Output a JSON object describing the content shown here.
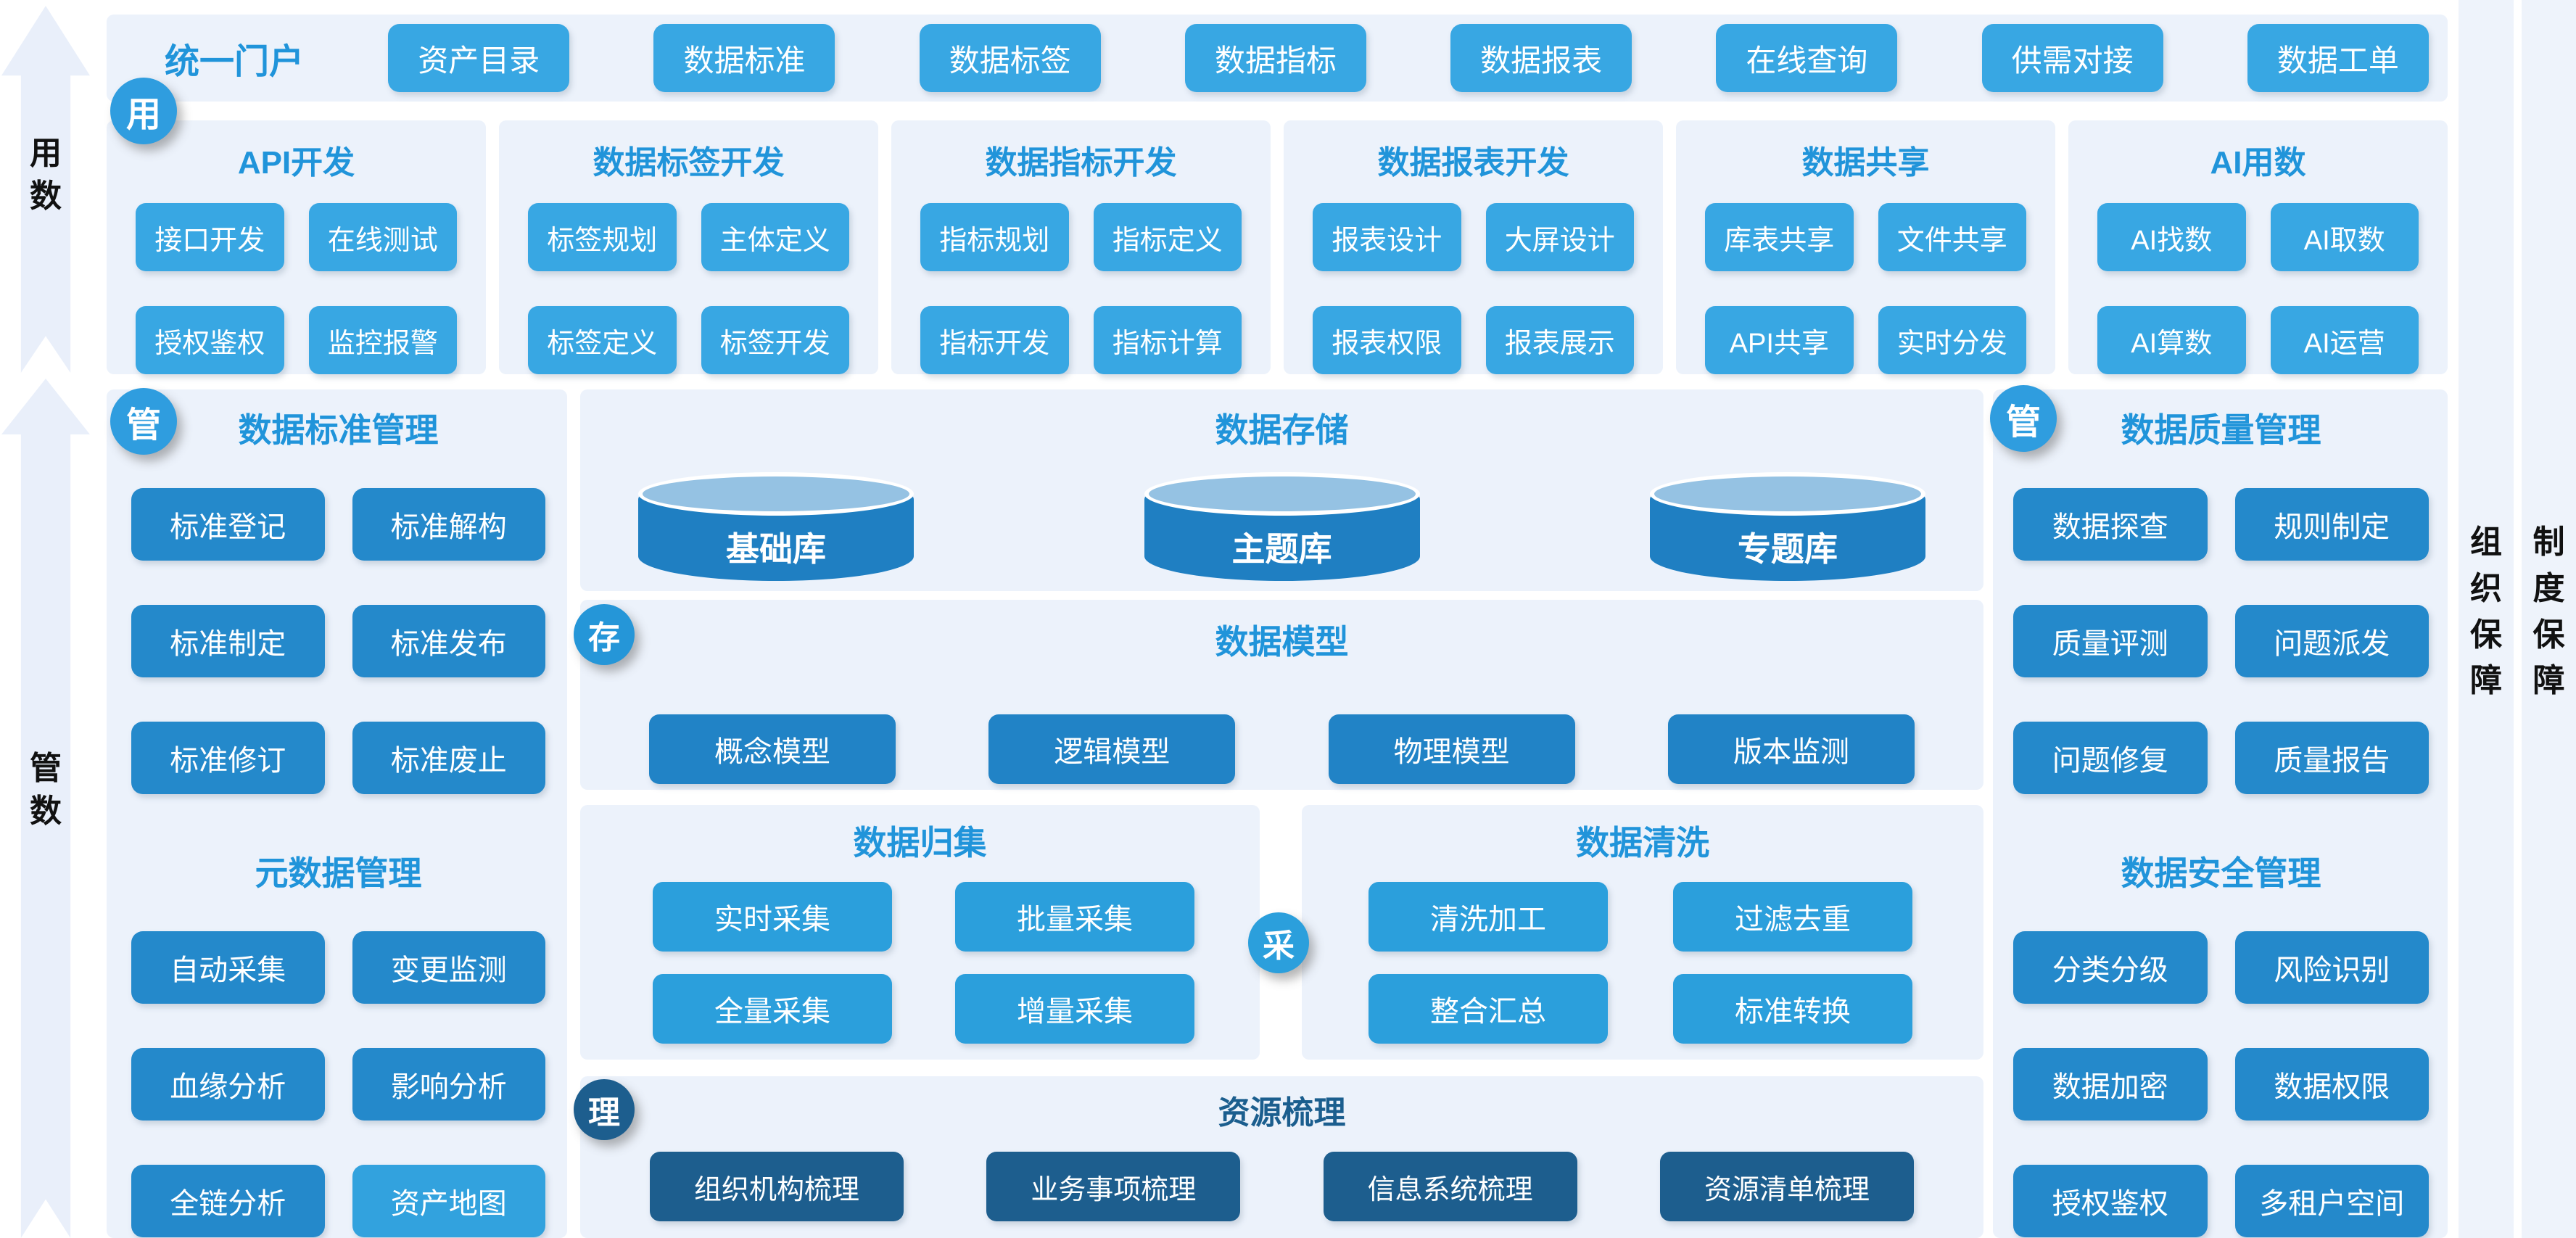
{
  "left_rail": {
    "top": "用数",
    "bottom": "管数"
  },
  "right_rails": {
    "organization": "组织保障",
    "institution": "制度保障"
  },
  "portal": {
    "badge": "用",
    "title": "统一门户",
    "items": [
      "资产目录",
      "数据标准",
      "数据标签",
      "数据指标",
      "数据报表",
      "在线查询",
      "供需对接",
      "数据工单"
    ]
  },
  "dev_sections": [
    {
      "title": "API开发",
      "items": [
        "接口开发",
        "在线测试",
        "授权鉴权",
        "监控报警"
      ]
    },
    {
      "title": "数据标签开发",
      "items": [
        "标签规划",
        "主体定义",
        "标签定义",
        "标签开发"
      ]
    },
    {
      "title": "数据指标开发",
      "items": [
        "指标规划",
        "指标定义",
        "指标开发",
        "指标计算"
      ]
    },
    {
      "title": "数据报表开发",
      "items": [
        "报表设计",
        "大屏设计",
        "报表权限",
        "报表展示"
      ]
    },
    {
      "title": "数据共享",
      "items": [
        "库表共享",
        "文件共享",
        "API共享",
        "实时分发"
      ]
    },
    {
      "title": "AI用数",
      "items": [
        "AI找数",
        "AI取数",
        "AI算数",
        "AI运营"
      ]
    }
  ],
  "governance_left": {
    "badge": "管",
    "groups": [
      {
        "title": "数据标准管理",
        "items": [
          "标准登记",
          "标准解构",
          "标准制定",
          "标准发布",
          "标准修订",
          "标准废止"
        ]
      },
      {
        "title": "元数据管理",
        "items": [
          "自动采集",
          "变更监测",
          "血缘分析",
          "影响分析",
          "全链分析",
          "资产地图"
        ]
      }
    ]
  },
  "governance_right": {
    "badge": "管",
    "groups": [
      {
        "title": "数据质量管理",
        "items": [
          "数据探查",
          "规则制定",
          "质量评测",
          "问题派发",
          "问题修复",
          "质量报告"
        ]
      },
      {
        "title": "数据安全管理",
        "items": [
          "分类分级",
          "风险识别",
          "数据加密",
          "数据权限",
          "授权鉴权",
          "多租户空间"
        ]
      }
    ]
  },
  "storage": {
    "badge": "存",
    "title": "数据存储",
    "databases": [
      "基础库",
      "主题库",
      "专题库"
    ]
  },
  "model": {
    "title": "数据模型",
    "items": [
      "概念模型",
      "逻辑模型",
      "物理模型",
      "版本监测"
    ]
  },
  "collect": {
    "badge": "采",
    "title": "数据归集",
    "items": [
      "实时采集",
      "批量采集",
      "全量采集",
      "增量采集"
    ]
  },
  "clean": {
    "title": "数据清洗",
    "items": [
      "清洗加工",
      "过滤去重",
      "整合汇总",
      "标准转换"
    ]
  },
  "organize": {
    "badge": "理",
    "title": "资源梳理",
    "items": [
      "组织机构梳理",
      "业务事项梳理",
      "信息系统梳理",
      "资源清单梳理"
    ]
  },
  "colors": {
    "accent_sky": "#38a7e3",
    "accent_deep": "#2489cb",
    "accent_mid": "#2183c6",
    "accent_navy": "#1d5e8e",
    "header_blue": "#2094da",
    "panel_bg": "#ecf2fb",
    "cylinder_body": "#1f7fc2",
    "cylinder_top": "#95c2e3"
  }
}
